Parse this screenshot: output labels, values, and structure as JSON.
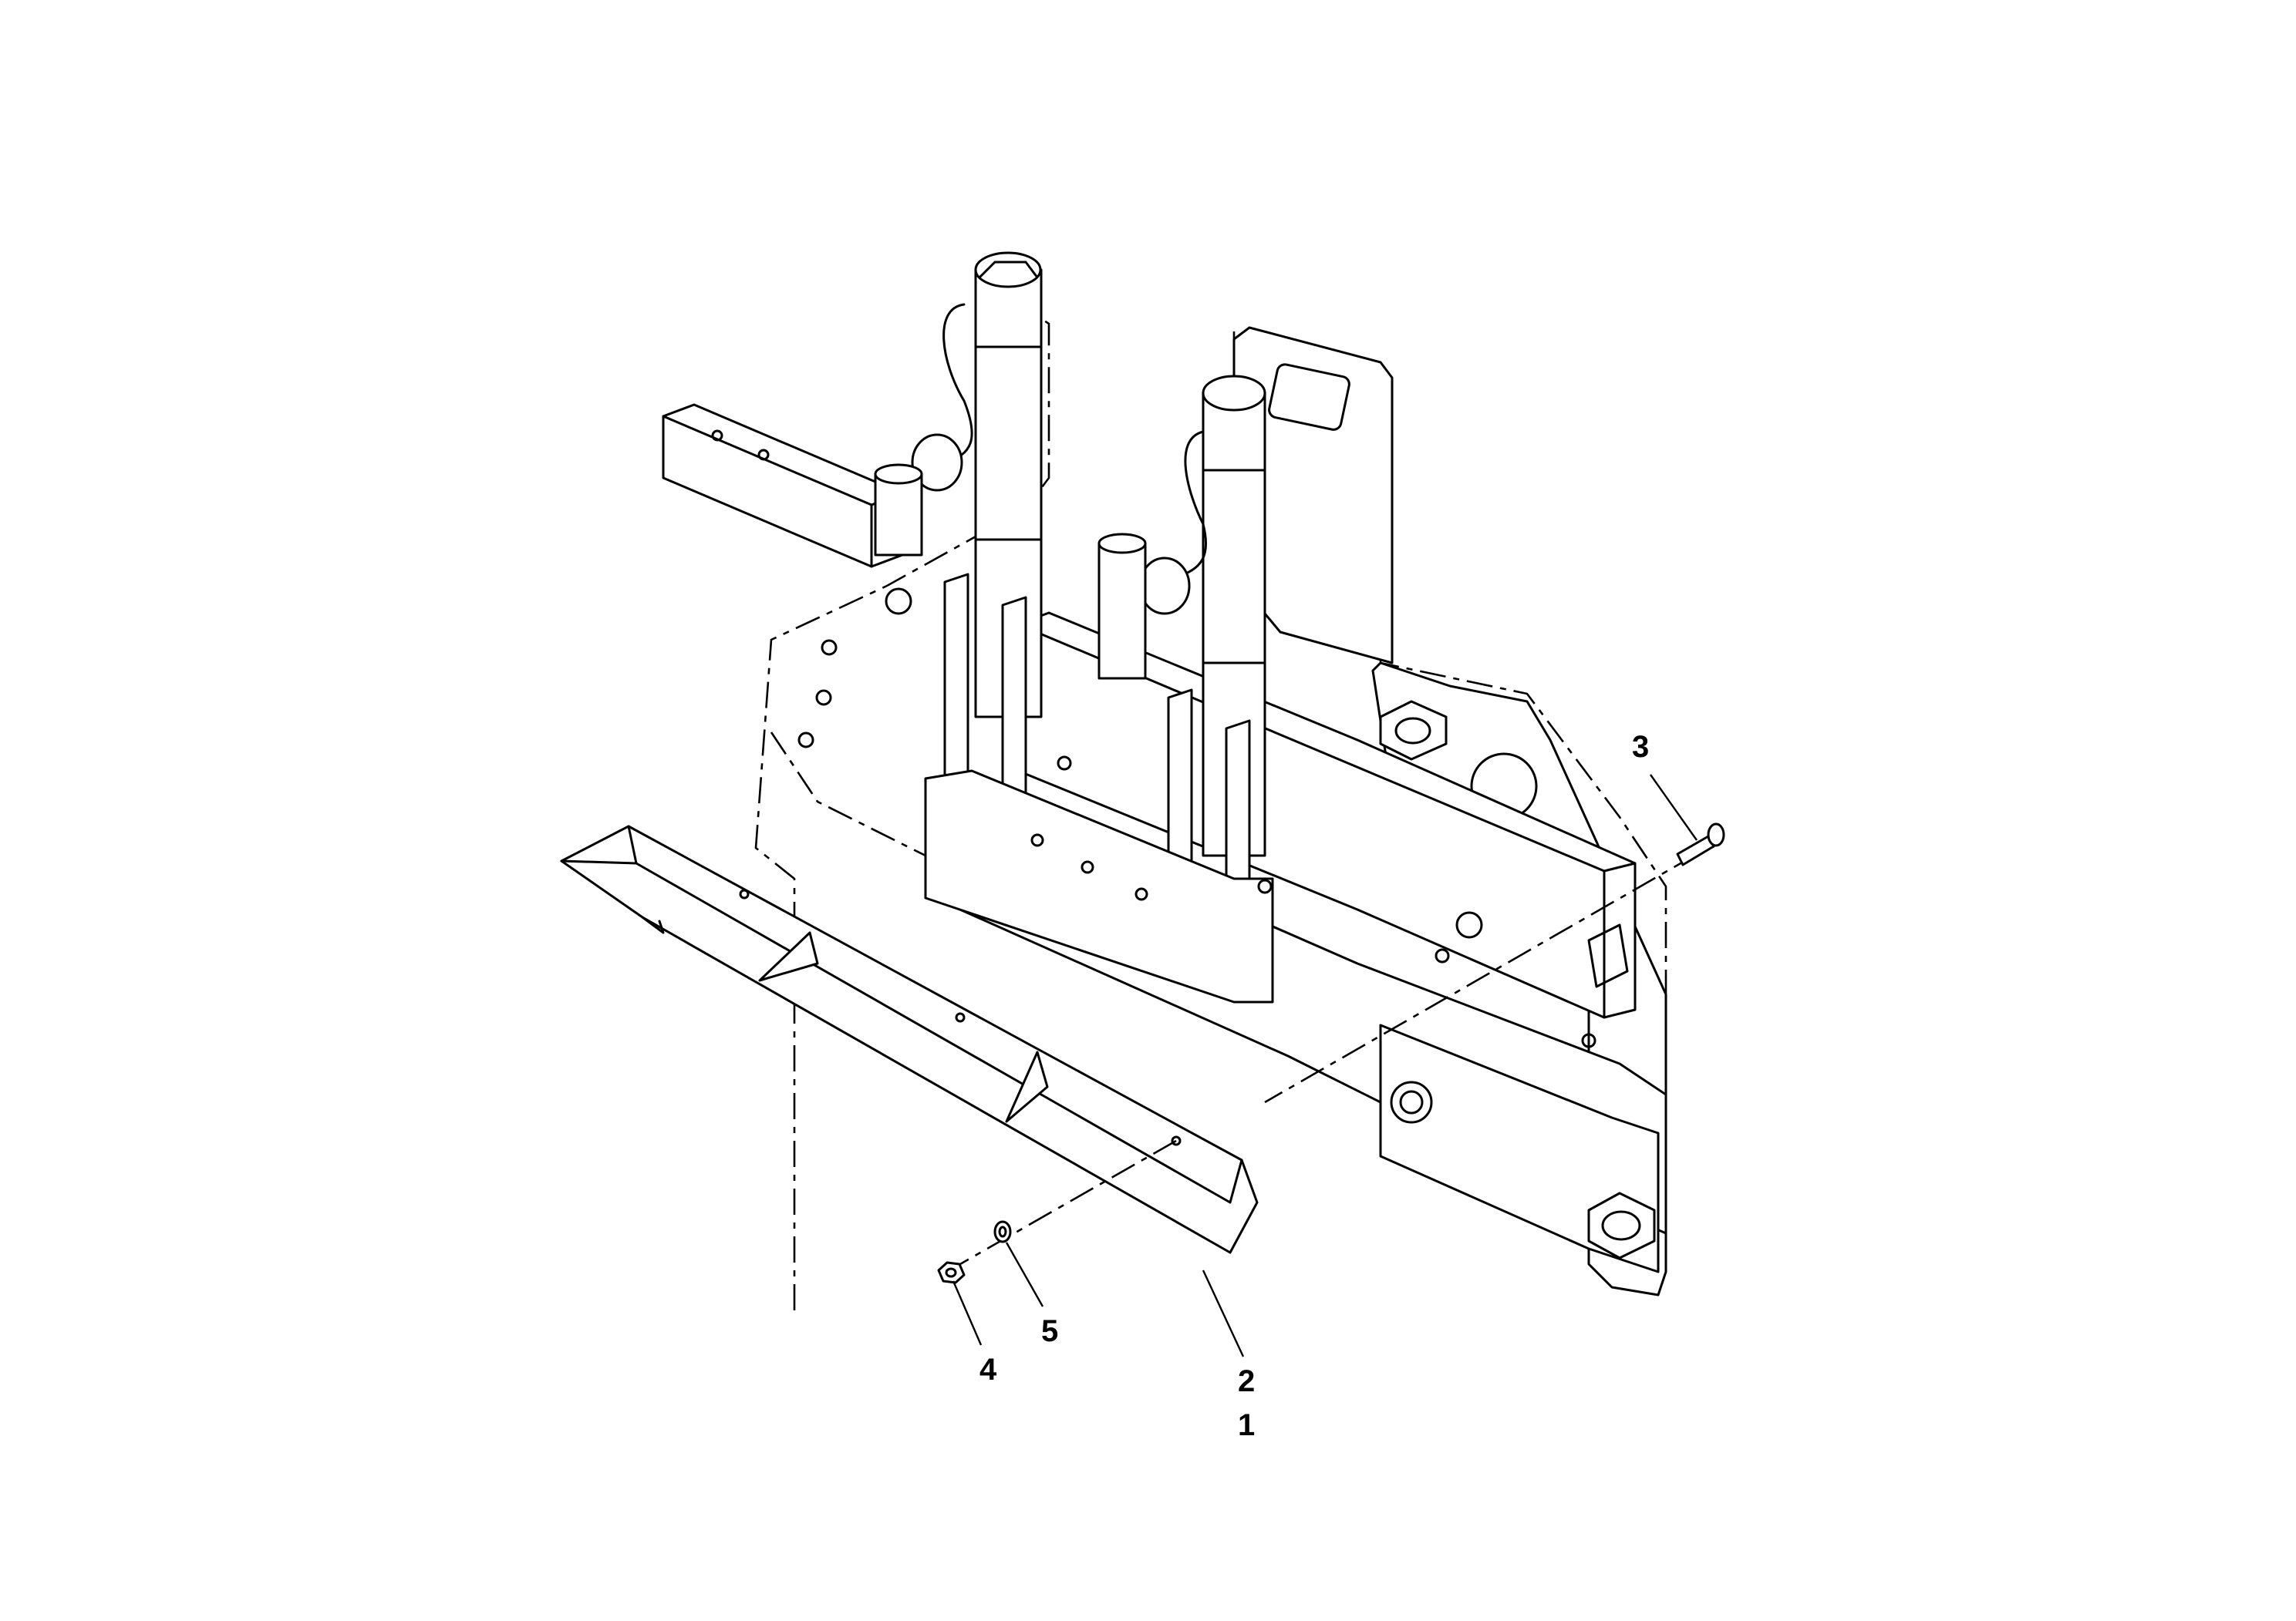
{
  "diagram": {
    "type": "exploded parts illustration",
    "callouts": [
      {
        "id": "item-1",
        "label": "1"
      },
      {
        "id": "item-2",
        "label": "2"
      },
      {
        "id": "item-3",
        "label": "3"
      },
      {
        "id": "item-4",
        "label": "4"
      },
      {
        "id": "item-5",
        "label": "5"
      }
    ]
  },
  "colors": {
    "line": "#000000",
    "background": "#ffffff"
  }
}
